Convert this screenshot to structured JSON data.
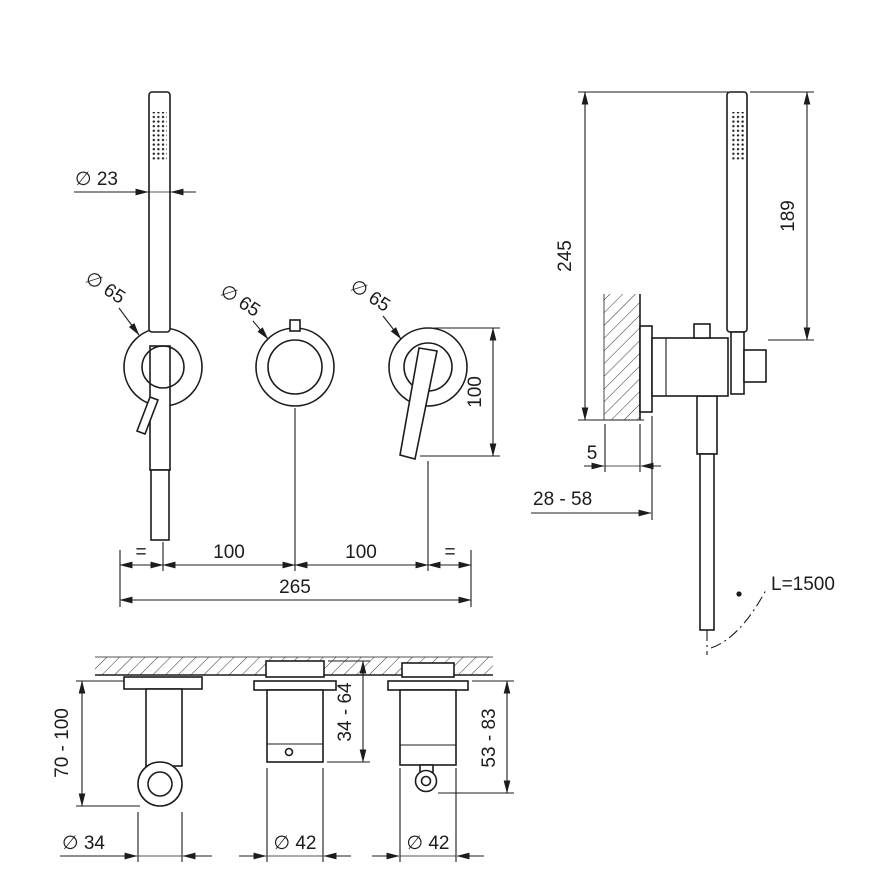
{
  "drawing": {
    "background": "#ffffff",
    "line_color": "#1c1c1c",
    "views": {
      "front": {
        "handshower_diameter": "∅ 23",
        "escutcheon_left_diameter": "∅ 65",
        "escutcheon_middle_diameter": "∅ 65",
        "escutcheon_right_diameter": "∅ 65",
        "lever_height": "100",
        "equal_left": "=",
        "center_spacing_left": "100",
        "center_spacing_right": "100",
        "equal_right": "=",
        "overall_width": "265"
      },
      "side": {
        "overall_height": "245",
        "handshower_height": "189",
        "wall_offset": "5",
        "mounting_depth_range": "28 - 58",
        "hose_length": "L=1500"
      },
      "bottom": {
        "holder_projection_range": "70 - 100",
        "valve_projection_range": "34 - 64",
        "lever_projection_range": "53 - 83",
        "holder_diameter": "∅ 34",
        "valve_diameter": "∅ 42",
        "lever_diameter": "∅ 42"
      }
    }
  }
}
